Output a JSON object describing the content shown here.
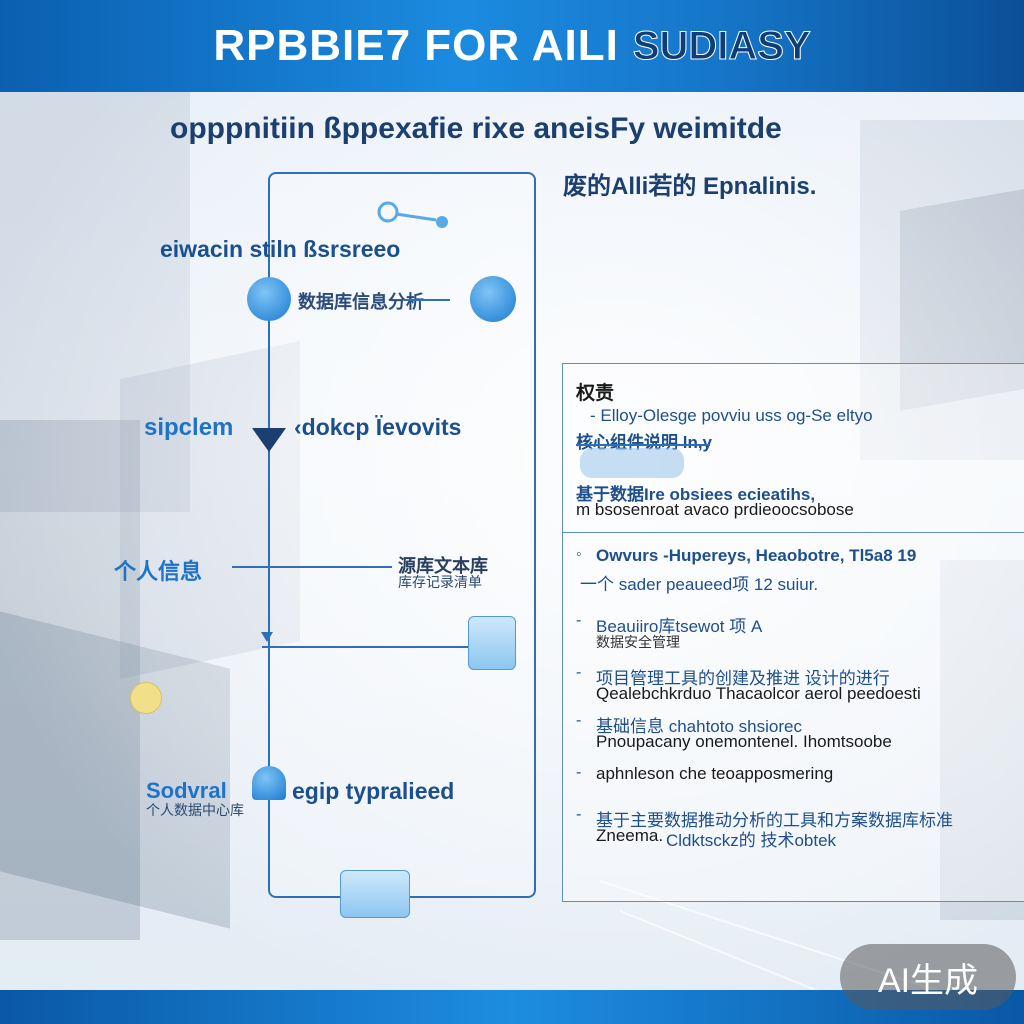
{
  "header": {
    "title_main": "RPBBIE7 FOR AILI",
    "title_sub": "SUDIASY"
  },
  "subtitle": "opppnitiin ßppexafie rixe aneisFy weimitde",
  "subtitle2": "废的Alli若的 Epnalinis.",
  "flow": {
    "label_top": "eiwacin stiln ßsrsreeo",
    "node1_text": "数据库信息分析",
    "label_mid_left": "sipclem",
    "label_mid_right": "‹dokcp Ïevovits",
    "label_side": "个人信息",
    "label_side_right": "源库文本库",
    "label_side_right_small": "库存记录清单",
    "label_bottom_left": "Sodvral",
    "label_bottom_right": "egip typralieed",
    "label_bottom_small": "个人数据中心库"
  },
  "panel": {
    "heading": "权责",
    "line1": "- Elloy-Olesge povviu uss og-Se eltyo",
    "line2": "核心组件说明 ln,y",
    "line3": "基于数据Ire obsiees ecieatihs,",
    "line4": "m bsosenroat avaco prdieoocsobose",
    "item1_blue": "Owvurs -Hupereys, Heaobotre, Tl5a8 19",
    "item1_sub": "一个 sader peaueed项 12 suiur.",
    "item2_blue": "Beauiiro库tsewot 项 A",
    "item2_small": "数据安全管理",
    "item3_blue": "项目管理工具的创建及推进 设计的进行",
    "item3_dark": "Qealebchkrduo Thacaolcor aerol peedoesti",
    "item4_blue": "基础信息 chahtoto shsiorec",
    "item4_dark": "Pnoupacany onemontenel. Ihomtsoobe",
    "item5_dark": "aphnleson che teoapposmering",
    "item6_blue": "基于主要数据推动分析的工具和方案数据库标准",
    "item6_dark": "Zneema.",
    "item6_blue2": "Cldktsckz的 技术obtek"
  },
  "badge": "AI生成",
  "colors": {
    "accent": "#1e73c8",
    "dark_blue": "#1b3f6f",
    "header_blue": "#1b8be0"
  }
}
